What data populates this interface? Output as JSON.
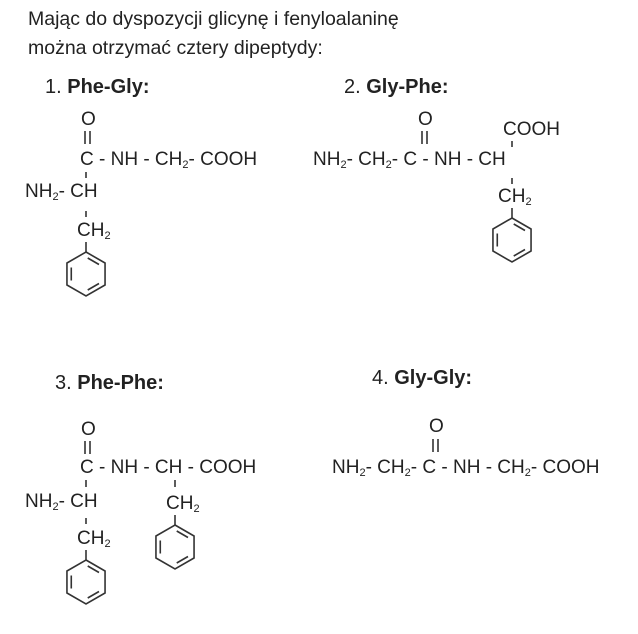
{
  "intro": {
    "line1": "Mając do dyspozycji glicynę i fenyloalaninę",
    "line2": "można otrzymać cztery dipeptydy:"
  },
  "dipeptides": [
    {
      "number": "1.",
      "name": "Phe-Gly:",
      "o": "O",
      "dbl": "II",
      "main": [
        "C - NH - CH",
        "2",
        "- COOH"
      ],
      "amine": [
        "NH",
        "2",
        "- CH"
      ],
      "side": [
        "CH",
        "2"
      ]
    },
    {
      "number": "2.",
      "name": "Gly-Phe:",
      "o": "O",
      "dbl": "II",
      "cooh": "COOH",
      "main": [
        "NH",
        "2",
        "- CH",
        "2",
        "- C - NH - CH"
      ],
      "side": [
        "CH",
        "2"
      ]
    },
    {
      "number": "3.",
      "name": "Phe-Phe:",
      "o": "O",
      "dbl": "II",
      "main": "C - NH - CH - COOH",
      "amine": [
        "NH",
        "2",
        "- CH"
      ],
      "side1": [
        "CH",
        "2"
      ],
      "side2": [
        "CH",
        "2"
      ]
    },
    {
      "number": "4.",
      "name": "Gly-Gly:",
      "o": "O",
      "dbl": "II",
      "main": [
        "NH",
        "2",
        "- CH",
        "2",
        "- C - NH - CH",
        "2",
        "- COOH"
      ]
    }
  ]
}
